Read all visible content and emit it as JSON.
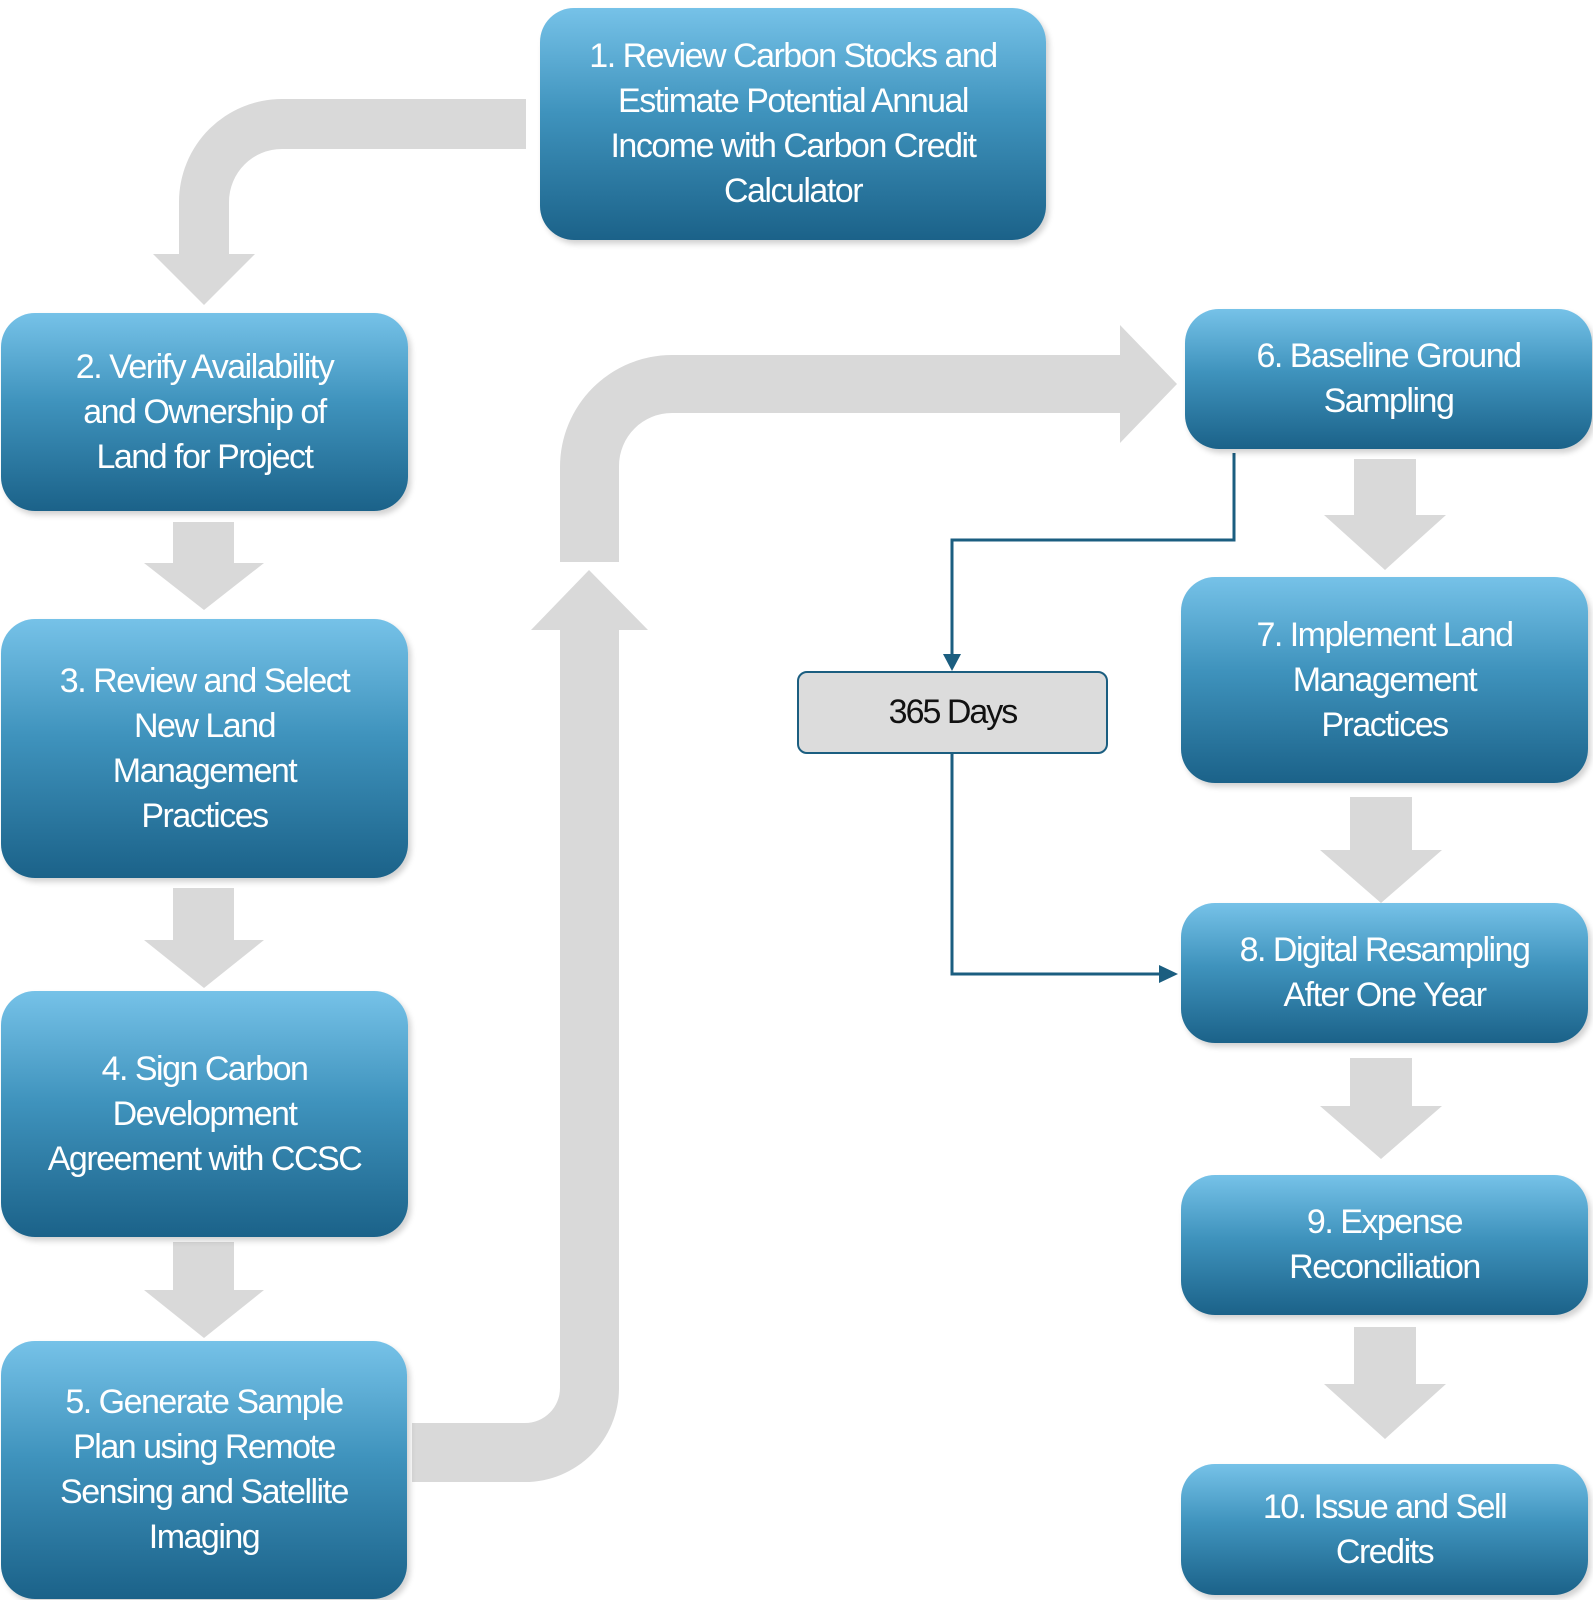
{
  "steps": [
    {
      "text": "1. Review Carbon Stocks and\nEstimate Potential Annual\nIncome with Carbon Credit\nCalculator"
    },
    {
      "text": "2. Verify Availability\nand Ownership of\nLand for Project"
    },
    {
      "text": "3. Review and Select\nNew Land\nManagement\nPractices"
    },
    {
      "text": "4. Sign Carbon\nDevelopment\nAgreement with CCSC"
    },
    {
      "text": "5. Generate Sample\nPlan using Remote\nSensing and Satellite\nImaging"
    },
    {
      "text": "6.  Baseline Ground\nSampling"
    },
    {
      "text": "7. Implement Land\nManagement\nPractices"
    },
    {
      "text": "8. Digital Resampling\nAfter One Year"
    },
    {
      "text": "9. Expense\nReconciliation"
    },
    {
      "text": "10. Issue and Sell\nCredits"
    }
  ],
  "delay": {
    "label": "365 Days"
  },
  "colors": {
    "box_top": "#76c2e8",
    "box_bottom": "#1b6289",
    "arrow_gray": "#d9d9d9",
    "line_blue": "#1b5e80",
    "delay_fill": "#dcdcdc"
  }
}
